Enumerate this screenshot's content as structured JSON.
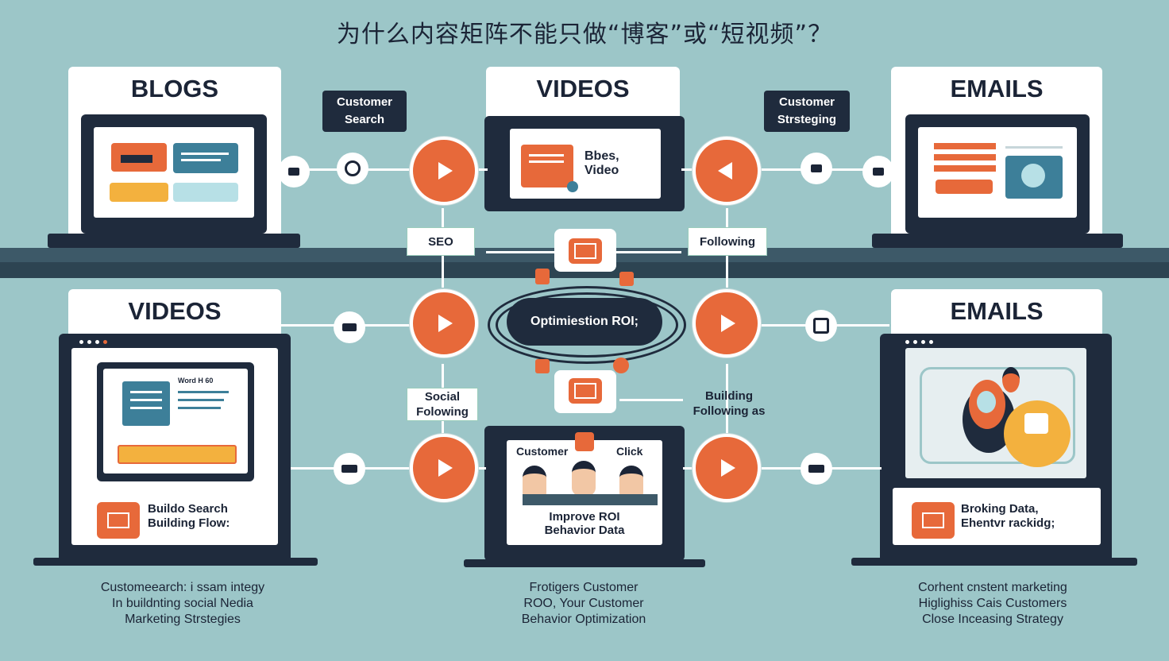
{
  "title": "为什么内容矩阵不能只做“博客”或“短视频”？",
  "panels": {
    "top_left": {
      "heading": "BLOGS"
    },
    "top_center": {
      "heading": "VIDEOS",
      "screen_text": "Bbes,\nVideo"
    },
    "top_right": {
      "heading": "EMAILS"
    },
    "bottom_left": {
      "heading": "VIDEOS",
      "small_label": "Word H 60",
      "footer": "Buildo Search\nBuilding Flow:"
    },
    "bottom_center": {
      "left_label": "Customer",
      "right_label": "Click",
      "footer": "Improve ROI\nBehavior Data"
    },
    "bottom_right": {
      "heading": "EMAILS",
      "footer": "Broking Data,\nEhentvr rackidg;"
    }
  },
  "tags": {
    "customer_search": "Customer\nSearch",
    "customer_strategy": "Customer\nStrsteging",
    "seo": "SEO",
    "following": "Following",
    "social_following": "Social\nFolowing",
    "building_following": "Building\nFollowing as",
    "center": "Optimiestion ROI;"
  },
  "captions": {
    "left": "Customeearch: i ssam integy\nIn buildnting social Nedia\nMarketing Strstegies",
    "center": "Frotigers Customer\nROO, Your Customer\nBehavior Optimization",
    "right": "Corhent cnstent marketing\nHiglighiss Cais Customers\nClose Inceasing Strategy"
  },
  "icons": [
    "play-icon",
    "envelope-icon",
    "person-icon",
    "laptop-icon",
    "chat-icon"
  ],
  "colors": {
    "background": "#9cc6c8",
    "accent": "#e7693a",
    "dark": "#1f2b3d",
    "teal": "#3d7f99"
  }
}
